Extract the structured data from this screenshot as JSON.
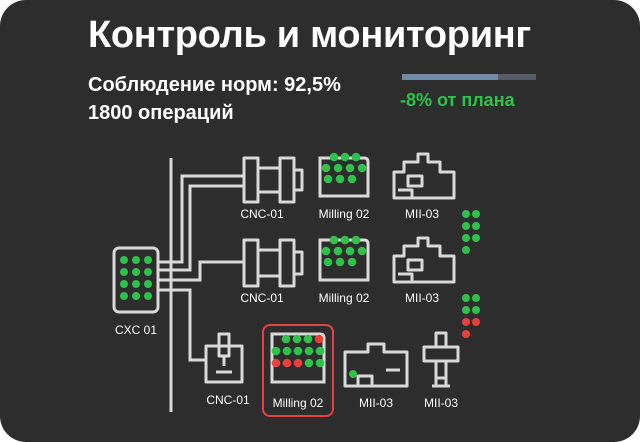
{
  "header": {
    "title": "Контроль и мониторинг",
    "compliance": "Соблюдение норм: 92,5%",
    "operations": "1800 операций",
    "plan_delta": "-8% от плана",
    "plan_delta_color": "#2ec24a",
    "progress_fraction": 0.72
  },
  "colors": {
    "background": "#2d2d2d",
    "line": "#d9d9d9",
    "ok": "#2ec24a",
    "alert": "#e8413c",
    "highlight_border": "#e8413c"
  },
  "machines": {
    "hub": {
      "label": "CXC 01",
      "icon": "control-cabinet-icon",
      "indicators": [
        "ok",
        "ok",
        "ok",
        "ok",
        "ok",
        "ok",
        "ok",
        "ok",
        "ok",
        "ok",
        "ok",
        "ok"
      ]
    },
    "row1": [
      {
        "label": "CNC-01",
        "icon": "lathe-icon"
      },
      {
        "label": "Milling 02",
        "icon": "milling-machine-icon",
        "indicators": [
          "ok",
          "ok",
          "ok",
          "ok",
          "ok",
          "ok",
          "ok",
          "ok",
          "ok",
          "ok"
        ]
      },
      {
        "label": "MII-03",
        "icon": "press-machine-icon"
      }
    ],
    "row2": [
      {
        "label": "CNC-01",
        "icon": "lathe-icon"
      },
      {
        "label": "Milling 02",
        "icon": "milling-machine-icon",
        "indicators": [
          "ok",
          "ok",
          "ok",
          "ok",
          "ok",
          "ok",
          "ok",
          "ok",
          "ok",
          "ok"
        ]
      },
      {
        "label": "MII-03",
        "icon": "press-machine-icon"
      }
    ],
    "row3": [
      {
        "label": "CNC-01",
        "icon": "drill-press-icon"
      },
      {
        "label": "Milling 02",
        "icon": "milling-machine-icon",
        "highlighted": true,
        "indicators": [
          "ok",
          "ok",
          "ok",
          "alert",
          "ok",
          "ok",
          "ok",
          "ok",
          "ok",
          "alert",
          "alert",
          "alert",
          "ok",
          "ok"
        ]
      },
      {
        "label": "MII-03",
        "icon": "press-machine-icon"
      },
      {
        "label": "MII-03",
        "icon": "robot-arm-icon"
      }
    ]
  },
  "side_indicators": {
    "column1": [
      "ok",
      "ok",
      "ok",
      "ok",
      "ok",
      "ok",
      "ok"
    ],
    "column2": [
      "ok",
      "ok",
      "ok",
      "ok",
      "alert",
      "alert",
      "alert"
    ]
  }
}
